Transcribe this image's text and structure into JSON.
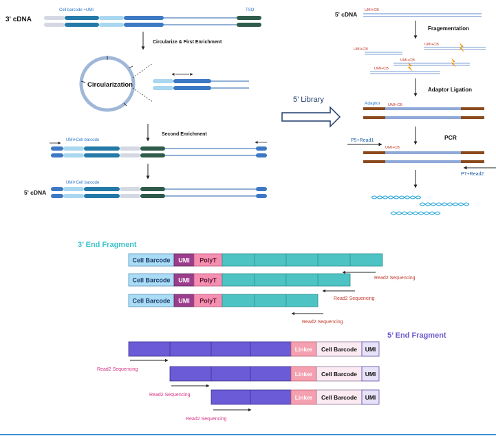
{
  "top_left": {
    "cdna_3": "3' cDNA",
    "barcode_umi": "Cell barcode +UMI",
    "tso": "TSO",
    "step1": "Circularize & First Enrichment",
    "circle_label": "Circularization",
    "step2": "Second Enrichment",
    "umi_cell_barcode_1": "UMI+Cell barcode",
    "umi_cell_barcode_2": "UMI+Cell barcode",
    "cdna_5": "5' cDNA"
  },
  "arrow_label": "5’ Library",
  "top_right": {
    "cdna_5": "5' cDNA",
    "umi_cb": "UMI+CB",
    "fragmentation": "Fragementation",
    "adaptor_ligation": "Adaptor Ligation",
    "adaptor": "Adaptor",
    "pcr": "PCR",
    "p5_read1": "P5+Read1",
    "p7_read2": "P7+Read2"
  },
  "three_prime": {
    "title": "3’ End Fragment",
    "cell_barcode": "Cell Barcode",
    "umi": "UMI",
    "polyt": "PolyT",
    "read2": "Read2 Sequencing"
  },
  "five_prime": {
    "title": "5’ End Fragment",
    "linker": "Linker",
    "cell_barcode": "Cell Barcode",
    "umi": "UMI",
    "read2": "Read2 Sequencing"
  },
  "colors": {
    "teal_title": "#3ec1c9",
    "purple_title": "#6a5acd",
    "cell_barcode_fill": "#a9dcf5",
    "umi_fill": "#9b3d8c",
    "polyt_fill": "#f48fb1",
    "teal_fill": "#4dc3c4",
    "purple_fill": "#6b5bd6",
    "linker_fill": "#f4a0b0",
    "read2_red": "#c0392b",
    "read2_pink": "#d63384"
  }
}
